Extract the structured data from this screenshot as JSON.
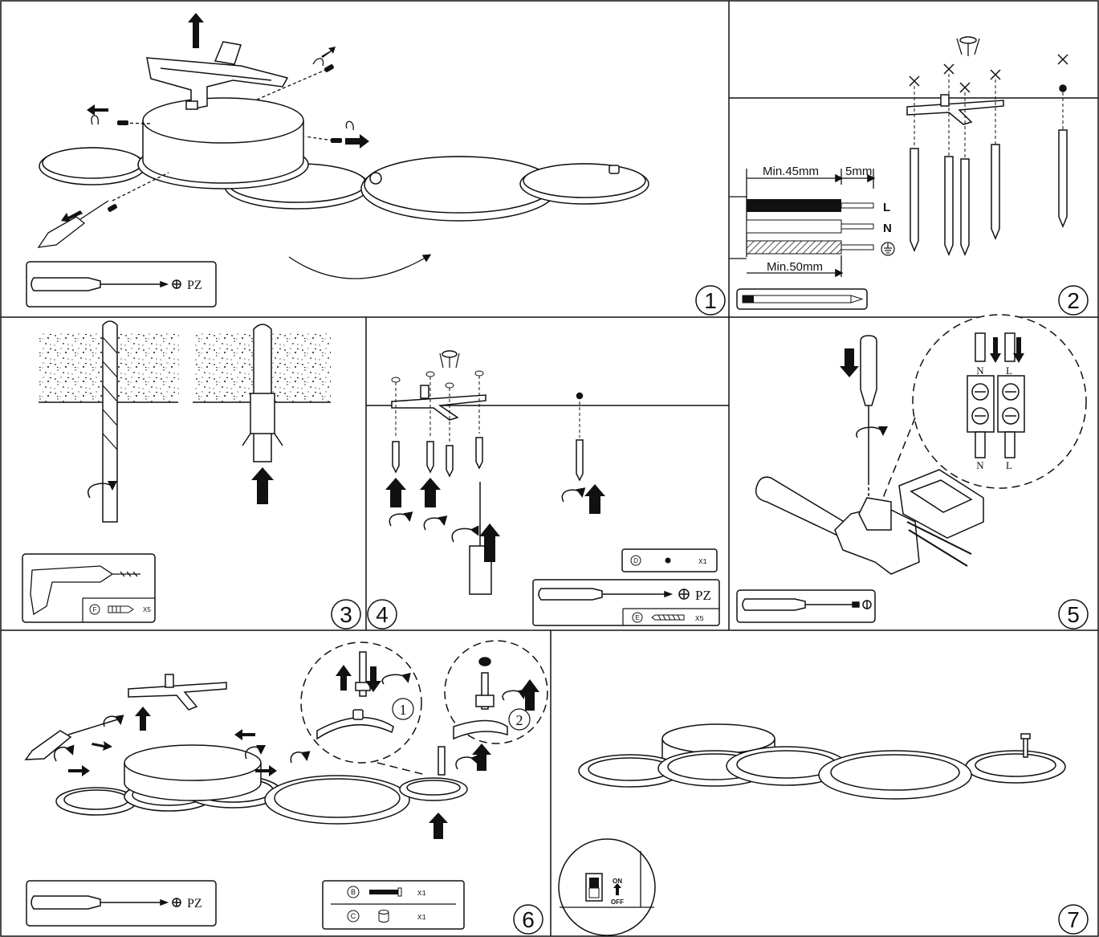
{
  "steps": {
    "s1": {
      "number": "1",
      "tool": "PZ"
    },
    "s2": {
      "number": "2",
      "dim_top": "Min.45mm",
      "dim_strip": "5mm",
      "dim_bottom": "Min.50mm",
      "wire_L": "L",
      "wire_N": "N"
    },
    "s3": {
      "number": "3",
      "part_letter": "F",
      "part_qty": "X5"
    },
    "s4": {
      "number": "4",
      "part_d_letter": "D",
      "part_d_qty": "X1",
      "tool": "PZ",
      "part_e_letter": "E",
      "part_e_qty": "X5"
    },
    "s5": {
      "number": "5",
      "term_N_top": "N",
      "term_L_top": "L",
      "term_N_bottom": "N",
      "term_L_bottom": "L"
    },
    "s6": {
      "number": "6",
      "tool": "PZ",
      "detail1": "1",
      "detail2": "2",
      "part_b_letter": "B",
      "part_b_qty": "X1",
      "part_c_letter": "C",
      "part_c_qty": "X1"
    },
    "s7": {
      "number": "7",
      "switch_on": "ON",
      "switch_off": "OFF"
    }
  },
  "colors": {
    "line": "#111111",
    "fill": "#ffffff",
    "dark": "#111111"
  }
}
